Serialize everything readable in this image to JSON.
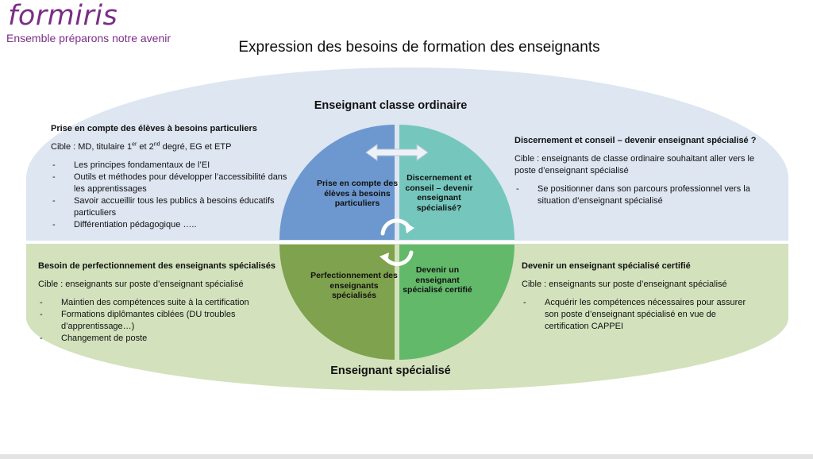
{
  "logo": {
    "brand": "formiris",
    "tagline": "Ensemble préparons notre avenir"
  },
  "title": "Expression des besoins de formation des enseignants",
  "bands": {
    "top_label": "Enseignant classe ordinaire",
    "bottom_label": "Enseignant spécialisé"
  },
  "colors": {
    "top_band": "#dde6f1",
    "bottom_band": "#d3e1bc",
    "quad_tl": "#6c98cf",
    "quad_tr": "#75c7bd",
    "quad_bl": "#7ea24d",
    "quad_br": "#63b96a",
    "brand": "#7a2f85"
  },
  "quadrants": {
    "tl": "Prise en compte des élèves à besoins particuliers",
    "tr": "Discernement et conseil – devenir enseignant spécialisé?",
    "bl": "Perfectionnement des enseignants spécialisés",
    "br": "Devenir un enseignant spécialisé certifié"
  },
  "panels": {
    "top_left": {
      "heading": "Prise en compte des élèves à besoins particuliers",
      "target_a": "Cible : MD, titulaire 1",
      "sup1": "er",
      "target_b": " et 2",
      "sup2": "nd",
      "target_c": " degré, EG et ETP",
      "items": [
        "Les principes fondamentaux de l’EI",
        "Outils et méthodes pour développer l’accessibilité dans les apprentissages",
        "Savoir accueillir tous les publics à besoins éducatifs particuliers",
        "Différentiation pédagogique ….."
      ]
    },
    "top_right": {
      "heading": "Discernement et conseil – devenir enseignant spécialisé ?",
      "target": "Cible : enseignants de classe ordinaire souhaitant aller vers le poste d’enseignant spécialisé",
      "items": [
        "Se positionner dans son parcours professionnel vers la situation d’enseignant spécialisé"
      ]
    },
    "bottom_left": {
      "heading": "Besoin de perfectionnement des enseignants spécialisés",
      "target": "Cible : enseignants sur poste d’enseignant spécialisé",
      "items": [
        "Maintien des compétences suite à la certification",
        "Formations diplômantes ciblées (DU troubles d’apprentissage…)",
        "Changement de poste"
      ]
    },
    "bottom_right": {
      "heading": "Devenir un enseignant spécialisé certifié",
      "target": "Cible : enseignants sur poste d’enseignant spécialisé",
      "items": [
        "Acquérir les compétences nécessaires pour assurer son poste d’enseignant spécialisé en vue de certification CAPPEI"
      ]
    }
  }
}
